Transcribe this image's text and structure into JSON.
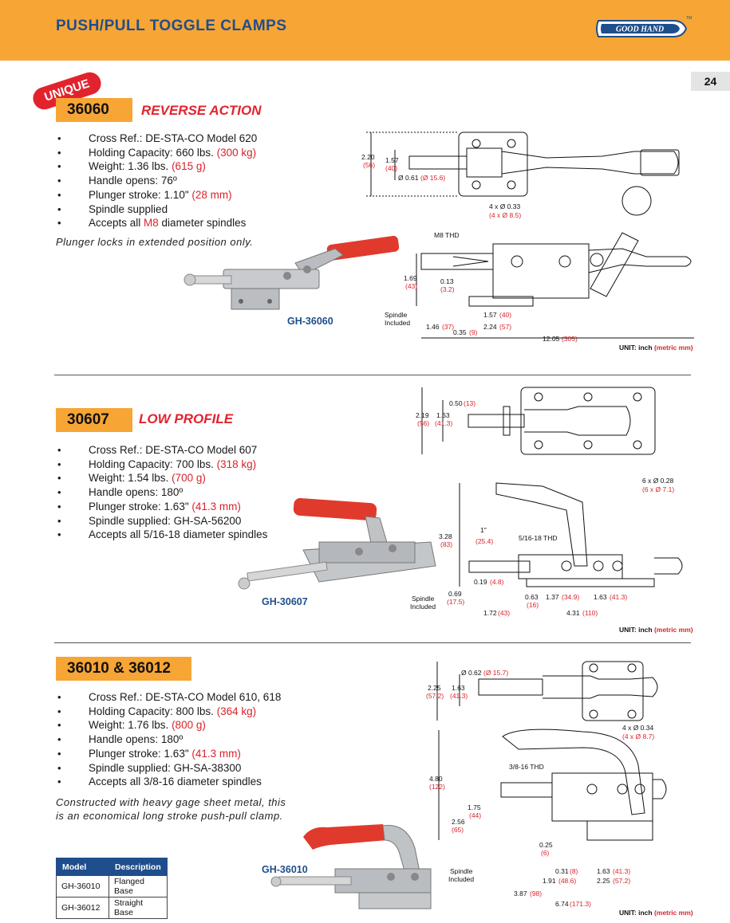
{
  "header": {
    "title": "PUSH/PULL TOGGLE CLAMPS",
    "logo_text": "GOOD HAND",
    "logo_tm": "TM"
  },
  "page_number": "24",
  "sections": [
    {
      "badge": "UNIQUE",
      "model": "36060",
      "subtitle": "REVERSE ACTION",
      "specs": [
        {
          "text": "Cross Ref.: DE-STA-CO Model 620"
        },
        {
          "text": "Holding Capacity: 660 lbs. ",
          "red": "(300 kg)"
        },
        {
          "text": "Weight: 1.36 lbs. ",
          "red": "(615 g)"
        },
        {
          "text": "Handle opens: 76º"
        },
        {
          "text": "Plunger stroke: 1.10\" ",
          "red": "(28 mm)"
        },
        {
          "text": "Spindle supplied"
        },
        {
          "text": "Accepts all ",
          "red": "M8",
          "after": " diameter spindles"
        }
      ],
      "note": "Plunger locks in extended position only.",
      "photo_label": "GH-36060",
      "dims": {
        "top_h1": "2.20",
        "top_h1m": "(56)",
        "top_h2": "1.57",
        "top_h2m": "(40)",
        "plunger_dia": "Ø 0.61",
        "plunger_diam": "(Ø 15.6)",
        "holes": "4 x Ø 0.33",
        "holesm": "(4 x Ø 8.5)",
        "thread": "M8 THD",
        "side_h": "1.69",
        "side_hm": "(43)",
        "base_t": "0.13",
        "base_tm": "(3.2)",
        "spindle": "Spindle",
        "included": "Included",
        "d1": "1.57",
        "d1m": "(40)",
        "d2": "1.46",
        "d2m": "(37)",
        "d3": "2.24",
        "d3m": "(57)",
        "d4": "0.35",
        "d4m": "(9)",
        "total": "12.05",
        "totalm": "(305)"
      },
      "unit": "UNIT: inch",
      "unit_m": "(metric mm)"
    },
    {
      "model": "30607",
      "subtitle": "LOW PROFILE",
      "specs": [
        {
          "text": "Cross Ref.: DE-STA-CO Model 607"
        },
        {
          "text": "Holding Capacity: 700 lbs. ",
          "red": "(318 kg)"
        },
        {
          "text": "Weight: 1.54 lbs. ",
          "red": "(700 g)"
        },
        {
          "text": "Handle opens: 180º"
        },
        {
          "text": "Plunger stroke: 1.63\" ",
          "red": "(41.3 mm)"
        },
        {
          "text": "Spindle supplied: GH-SA-56200"
        },
        {
          "text": "Accepts all 5/16-18 diameter spindles"
        }
      ],
      "photo_label": "GH-30607",
      "dims": {
        "t1": "0.50",
        "t1m": "(13)",
        "top_h1": "2.19",
        "top_h1m": "(56)",
        "top_h2": "1.63",
        "top_h2m": "(41.3)",
        "holes": "6 x Ø 0.28",
        "holesm": "(6 x Ø 7.1)",
        "side_h": "3.28",
        "side_hm": "(83)",
        "inch": "1\"",
        "inchm": "(25.4)",
        "thread": "5/16-18 THD",
        "d1": "0.19",
        "d1m": "(4.8)",
        "spindle": "Spindle",
        "included": "Included",
        "d2": "0.69",
        "d2m": "(17.5)",
        "d3": "0.63",
        "d3m": "(16)",
        "d4": "1.37",
        "d4m": "(34.9)",
        "d5": "1.63",
        "d5m": "(41.3)",
        "d6": "1.72",
        "d6m": "(43)",
        "d7": "4.31",
        "d7m": "(110)"
      },
      "unit": "UNIT: inch",
      "unit_m": "(metric mm)"
    },
    {
      "model": "36010 & 36012",
      "specs": [
        {
          "text": "Cross Ref.: DE-STA-CO Model 610, 618"
        },
        {
          "text": "Holding Capacity: 800 lbs. ",
          "red": "(364 kg)"
        },
        {
          "text": "Weight: 1.76 lbs. ",
          "red": "(800 g)"
        },
        {
          "text": "Handle opens: 180º"
        },
        {
          "text": "Plunger stroke: 1.63\" ",
          "red": "(41.3 mm)"
        },
        {
          "text": "Spindle supplied: GH-SA-38300"
        },
        {
          "text": "Accepts all 3/8-16 diameter spindles"
        }
      ],
      "note_line1": "Constructed with heavy gage sheet metal, this",
      "note_line2": "is an economical long stroke push-pull clamp.",
      "photo_label": "GH-36010",
      "dims": {
        "plunger_dia": "Ø 0.62",
        "plunger_diam": "(Ø 15.7)",
        "top_h1": "2.25",
        "top_h1m": "(57.2)",
        "top_h2": "1.63",
        "top_h2m": "(41.3)",
        "holes": "4 x Ø 0.34",
        "holesm": "(4 x Ø 8.7)",
        "thread": "3/8-16 THD",
        "side_h": "4.80",
        "side_hm": "(122)",
        "h2": "1.75",
        "h2m": "(44)",
        "h3": "2.56",
        "h3m": "(65)",
        "d1": "0.25",
        "d1m": "(6)",
        "spindle": "Spindle",
        "included": "Included",
        "d2": "0.31",
        "d2m": "(8)",
        "d3": "1.63",
        "d3m": "(41.3)",
        "d4": "1.91",
        "d4m": "(48.6)",
        "d5": "2.25",
        "d5m": "(57.2)",
        "d6": "3.87",
        "d6m": "(98)",
        "total": "6.74",
        "totalm": "(171.3)"
      },
      "unit": "UNIT: inch",
      "unit_m": "(metric mm)",
      "table": {
        "headers": [
          "Model",
          "Description"
        ],
        "rows": [
          [
            "GH-36010",
            "Flanged Base"
          ],
          [
            "GH-36012",
            "Straight Base"
          ]
        ]
      }
    }
  ],
  "colors": {
    "orange": "#f7a535",
    "blue": "#1f4e8c",
    "red": "#d8232a"
  }
}
